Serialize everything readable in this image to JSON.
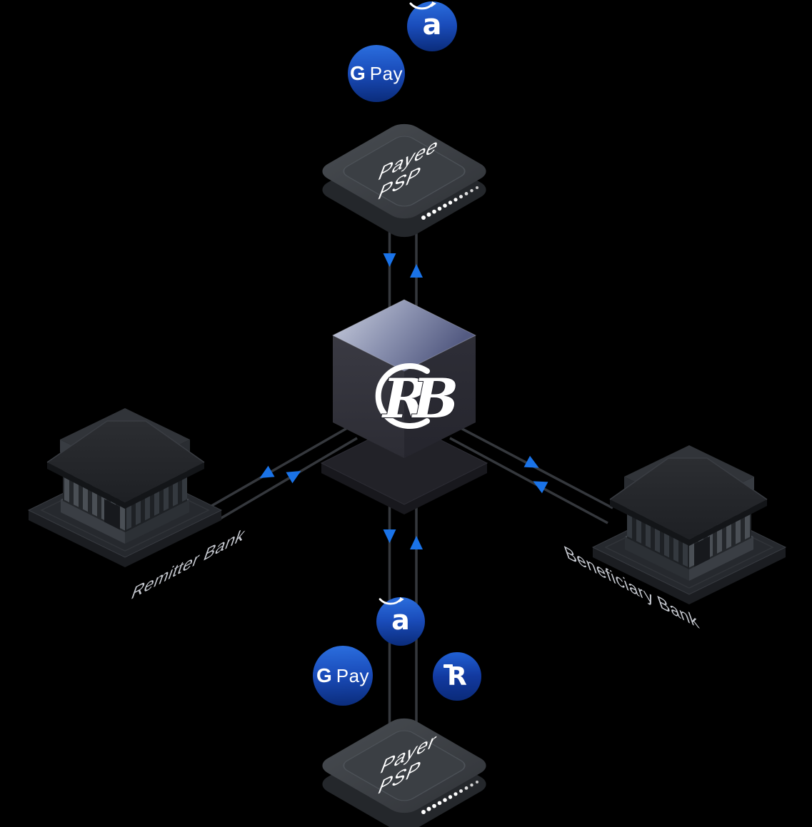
{
  "canvas": {
    "background": "#000000"
  },
  "colors": {
    "accent_blue": "#1a73e8",
    "icon_gradient_top": "#2b6fdf",
    "icon_gradient_bottom": "#0a2b79",
    "connection_line": "#35383d",
    "bank_label_text": "#c7cad1",
    "chip_label_text": "#ffffff",
    "cube_top_light": "#c6cbdc",
    "cube_top_dark": "#545b82"
  },
  "nodes": {
    "payee_psp": {
      "line1": "Payee",
      "line2": "PSP"
    },
    "payer_psp": {
      "line1": "Payer",
      "line2": "PSP"
    },
    "remitter_bank": {
      "label": "Remitter Bank"
    },
    "beneficiary_bank": {
      "label": "Beneficiary Bank"
    },
    "central_switch": {
      "monogram_letter_r": "R",
      "monogram_letter_b": "B"
    }
  },
  "icons": {
    "top": {
      "amazon": {
        "letter": "a"
      },
      "gpay": {
        "g": "G",
        "pay": "Pay"
      }
    },
    "bottom": {
      "amazon": {
        "letter": "a"
      },
      "gpay": {
        "g": "G",
        "pay": "Pay"
      },
      "revolut": {
        "letter": "R"
      }
    }
  }
}
